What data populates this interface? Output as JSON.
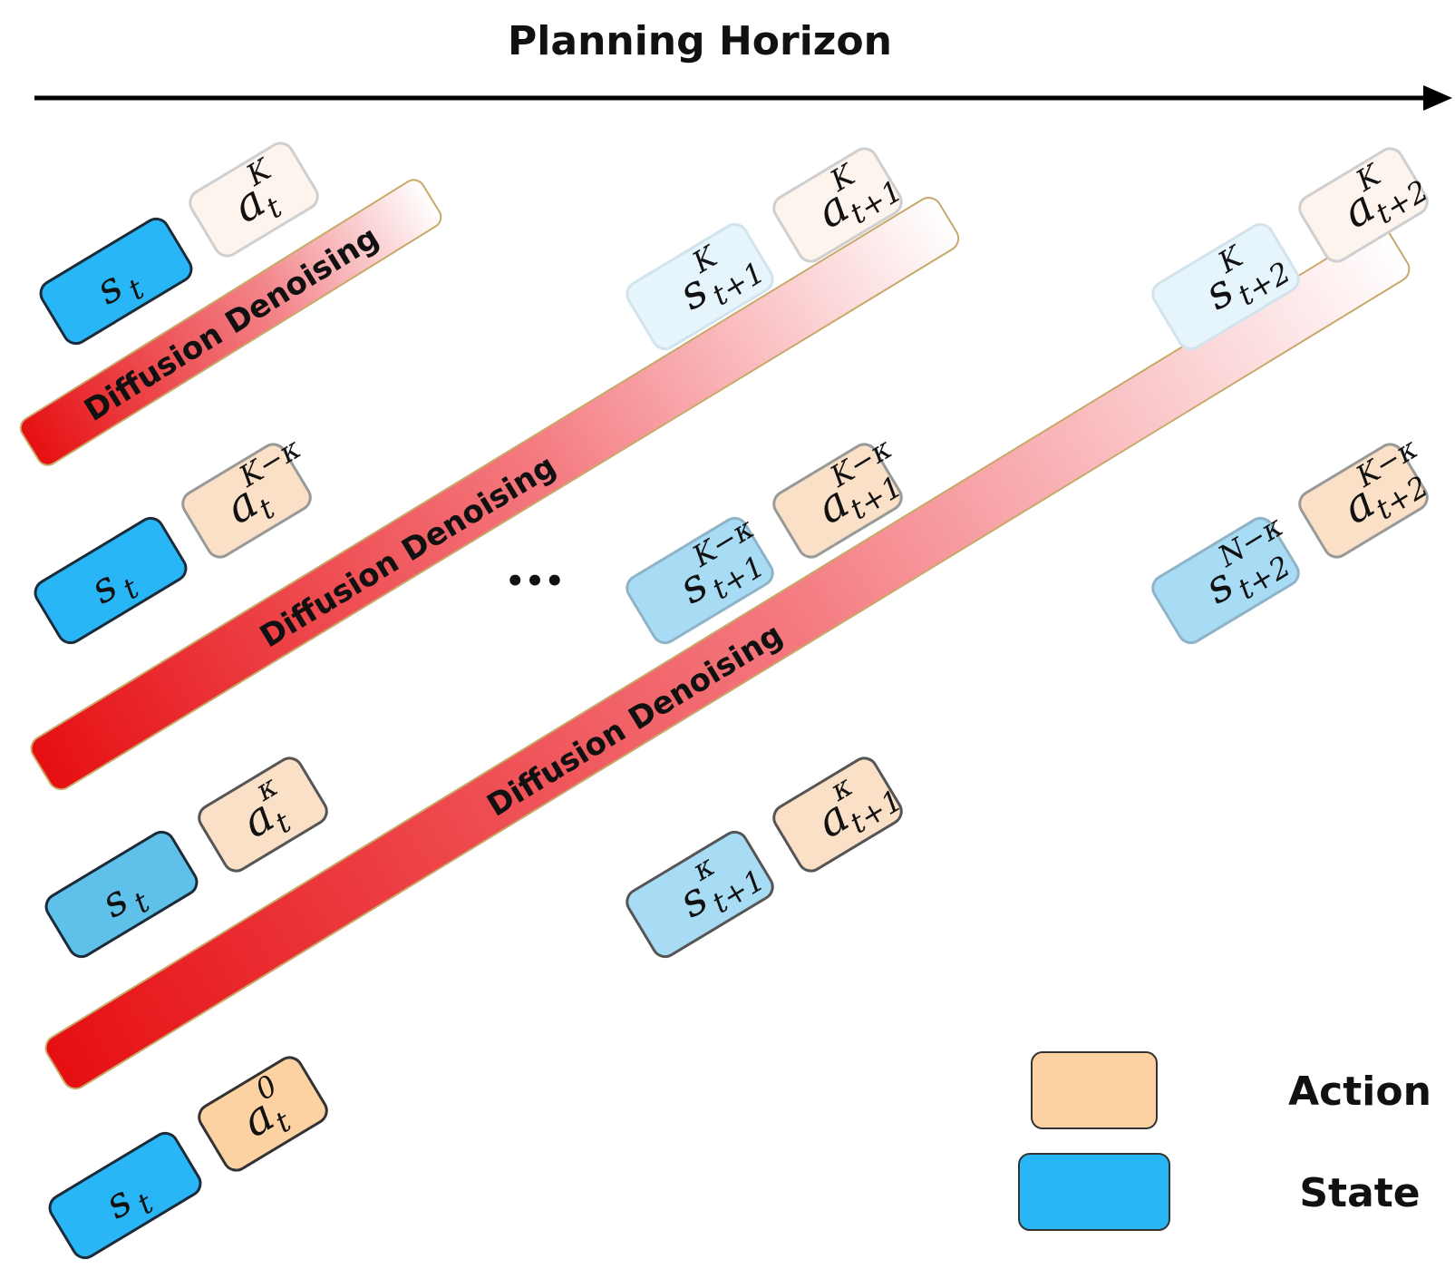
{
  "title": "Planning Horizon",
  "band_label": "Diffusion Denoising",
  "ellipsis": "•••",
  "legend": {
    "action": "Action",
    "state": "State"
  },
  "colors": {
    "state_full": "#29b6f6",
    "state_mid": "#5fc0ea",
    "state_light": "#a8dcf5",
    "state_faint": "#e6f4fc",
    "action_full": "#fdd2a3",
    "action_mid": "#fbe0c8",
    "action_faint": "#fdf4ee",
    "band_red": "#e60f12",
    "band_pink": "#f7b2b6",
    "band_border": "#c8a96a"
  },
  "rows": [
    {
      "state_t": {
        "base": "s",
        "sup": "",
        "sub": "t"
      },
      "actions": [
        {
          "base": "a",
          "sup": "K",
          "sub": "t"
        },
        {
          "base": "a",
          "sup": "K",
          "sub": "t+1"
        },
        {
          "base": "a",
          "sup": "K",
          "sub": "t+2"
        }
      ],
      "states": [
        {
          "base": "s",
          "sup": "K",
          "sub": "t+1"
        },
        {
          "base": "s",
          "sup": "K",
          "sub": "t+2"
        }
      ]
    },
    {
      "state_t": {
        "base": "s",
        "sup": "",
        "sub": "t"
      },
      "actions": [
        {
          "base": "a",
          "sup": "K−κ",
          "sub": "t"
        },
        {
          "base": "a",
          "sup": "K−κ",
          "sub": "t+1"
        },
        {
          "base": "a",
          "sup": "K−κ",
          "sub": "t+2"
        }
      ],
      "states": [
        {
          "base": "s",
          "sup": "K−κ",
          "sub": "t+1"
        },
        {
          "base": "s",
          "sup": "N−κ",
          "sub": "t+2"
        }
      ]
    },
    {
      "state_t": {
        "base": "s",
        "sup": "",
        "sub": "t"
      },
      "actions": [
        {
          "base": "a",
          "sup": "κ",
          "sub": "t"
        },
        {
          "base": "a",
          "sup": "κ",
          "sub": "t+1"
        }
      ],
      "states": [
        {
          "base": "s",
          "sup": "κ",
          "sub": "t+1"
        }
      ]
    },
    {
      "state_t": {
        "base": "s",
        "sup": "",
        "sub": "t"
      },
      "actions": [
        {
          "base": "a",
          "sup": "0",
          "sub": "t"
        }
      ],
      "states": []
    }
  ]
}
